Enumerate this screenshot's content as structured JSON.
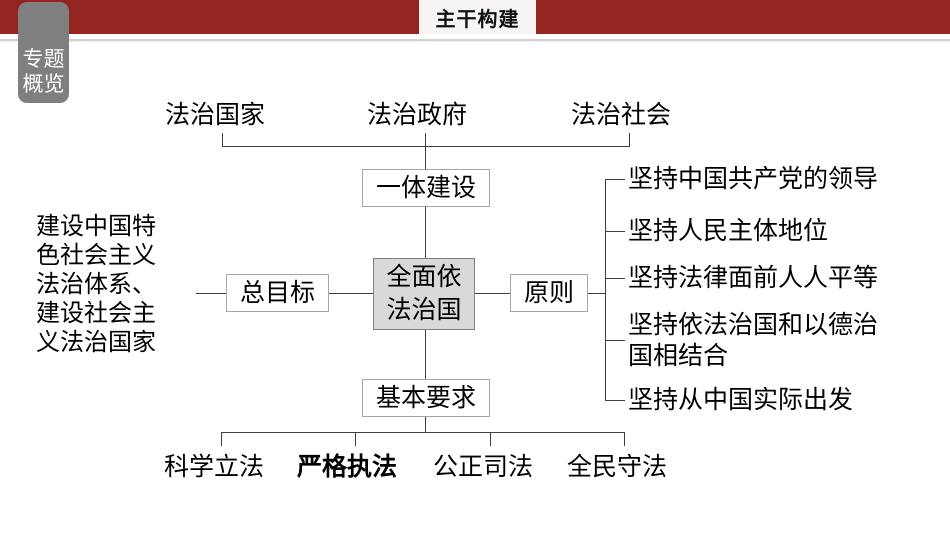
{
  "header": {
    "title": "主干构建",
    "bar_color": "#932420",
    "title_box_color": "#f7f4f3"
  },
  "side_tab": {
    "line1": "专题",
    "line2": "概览",
    "color": "#7f7f7f",
    "text_color": "#ffffff"
  },
  "diagram": {
    "center_node": {
      "label": "全面依\n法治国",
      "fill": "#d9d9d9",
      "border": "#808080"
    },
    "branches": {
      "top": {
        "label": "一体建设",
        "children": [
          "法治国家",
          "法治政府",
          "法治社会"
        ]
      },
      "left": {
        "label": "总目标",
        "detail": "建设中国特\n色社会主义\n法治体系、\n建设社会主\n义法治国家"
      },
      "right": {
        "label": "原则",
        "items": [
          "坚持中国共产党的领导",
          "坚持人民主体地位",
          "坚持法律面前人人平等",
          "坚持依法治国和以德治\n国相结合",
          "坚持从中国实际出发"
        ]
      },
      "bottom": {
        "label": "基本要求",
        "children": [
          "科学立法",
          "严格执法",
          "公正司法",
          "全民守法"
        ]
      }
    },
    "line_color": "#3f3f3f"
  }
}
